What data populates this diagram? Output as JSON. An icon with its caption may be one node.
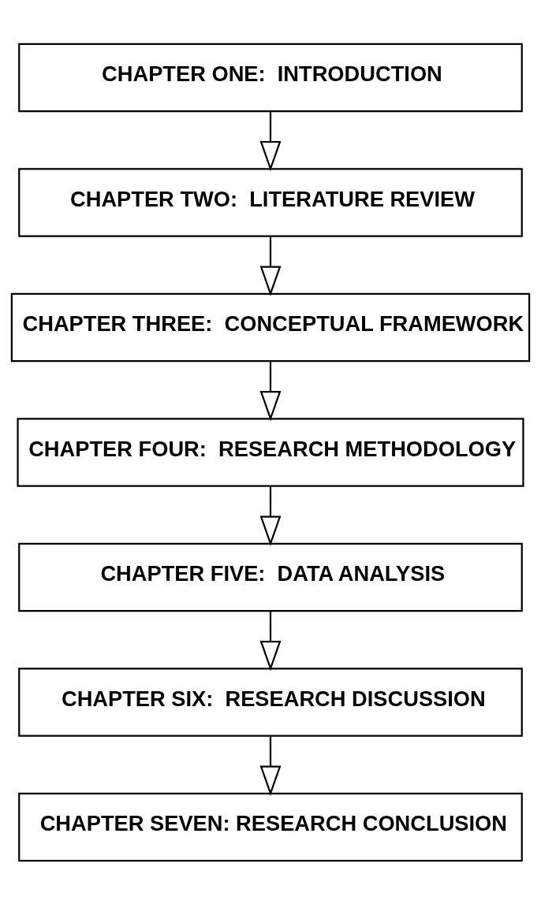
{
  "diagram": {
    "nodes": [
      {
        "text": [
          "CHAPTER ONE:  INTRODUCTION"
        ]
      },
      {
        "text": [
          "CHAPTER TWO:  LITERATURE REVIEW"
        ]
      },
      {
        "text": [
          "CHAPTER THREE:  CONCEPTUAL FRAMEWORK"
        ]
      },
      {
        "text": [
          "CHAPTER FOUR:  RESEARCH METHODOLOGY"
        ]
      },
      {
        "text": [
          "CHAPTER FIVE:  DATA ANALYSIS"
        ]
      },
      {
        "text": [
          "CHAPTER SIX:  RESEARCH DISCUSSION"
        ]
      },
      {
        "text": [
          "CHAPTER SEVEN: RESEARCH CONCLUSION"
        ]
      }
    ],
    "edges": [
      {
        "from": 0,
        "to": 1,
        "arrow": "to"
      },
      {
        "from": 1,
        "to": 2,
        "arrow": "to"
      },
      {
        "from": 2,
        "to": 3,
        "arrow": "to"
      },
      {
        "from": 3,
        "to": 4,
        "arrow": "to"
      },
      {
        "from": 4,
        "to": 5,
        "arrow": "to"
      },
      {
        "from": 5,
        "to": 6,
        "arrow": "to"
      }
    ]
  }
}
